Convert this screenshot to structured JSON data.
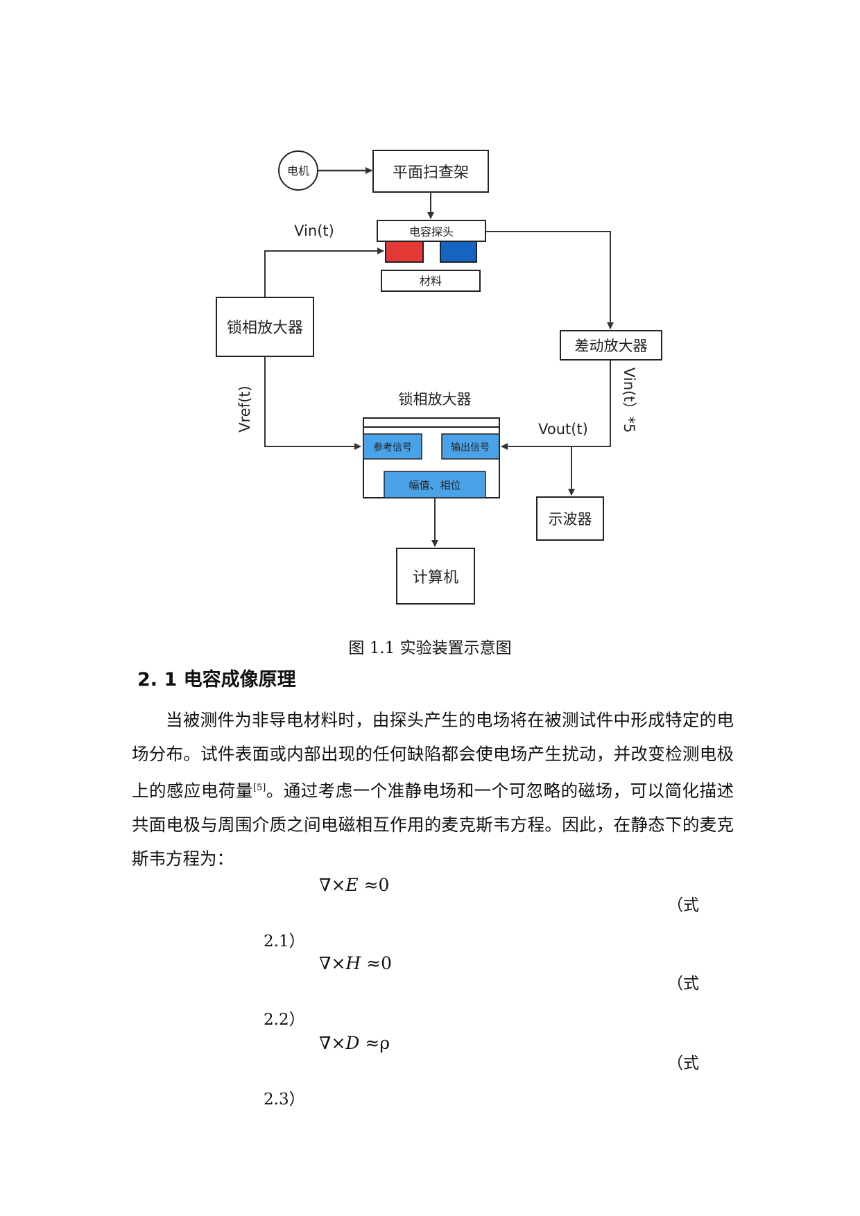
{
  "figure": {
    "nodes": {
      "motor": "电机",
      "scanner": "平面扫查架",
      "probe": "电容探头",
      "material": "材料",
      "lockin_left": "锁相放大器",
      "diff_amp": "差动放大器",
      "lockin_center_title": "锁相放大器",
      "ref_signal": "参考信号",
      "out_signal": "输出信号",
      "amp_phase": "幅值、相位",
      "oscilloscope": "示波器",
      "computer": "计算机"
    },
    "edge_labels": {
      "vin": "Vin(t)",
      "vref": "Vref(t)",
      "vin5": "Vin(t）*5",
      "vout": "Vout(t)"
    },
    "colors": {
      "electrode_left": "#e53935",
      "electrode_right": "#1565c0",
      "inner_box": "#4aa3e8"
    },
    "caption": "图 1.1 实验装置示意图"
  },
  "section": {
    "heading": "2. 1 电容成像原理",
    "paragraph_part1": "当被测件为非导电材料时，由探头产生的电场将在被测试件中形成特定的电场分布。试件表面或内部出现的任何缺陷都会使电场产生扰动，并改变检测电极上的感应电荷量",
    "citation": "[5]",
    "paragraph_part2": "。通过考虑一个准静电场和一个可忽略的磁场，可以简化描述共面电极与周围介质之间电磁相互作用的麦克斯韦方程。因此，在静态下的麦克斯韦方程为："
  },
  "equations": [
    {
      "op": "∇×",
      "var": "E",
      "rhs": " ≈0",
      "tag_open": "（式",
      "tag_close": "2.1）"
    },
    {
      "op": "∇×",
      "var": "H",
      "rhs": " ≈0",
      "tag_open": "（式",
      "tag_close": "2.2）"
    },
    {
      "op": "∇×",
      "var": "D",
      "rhs": " ≈ρ",
      "tag_open": "（式",
      "tag_close": "2.3）"
    }
  ]
}
